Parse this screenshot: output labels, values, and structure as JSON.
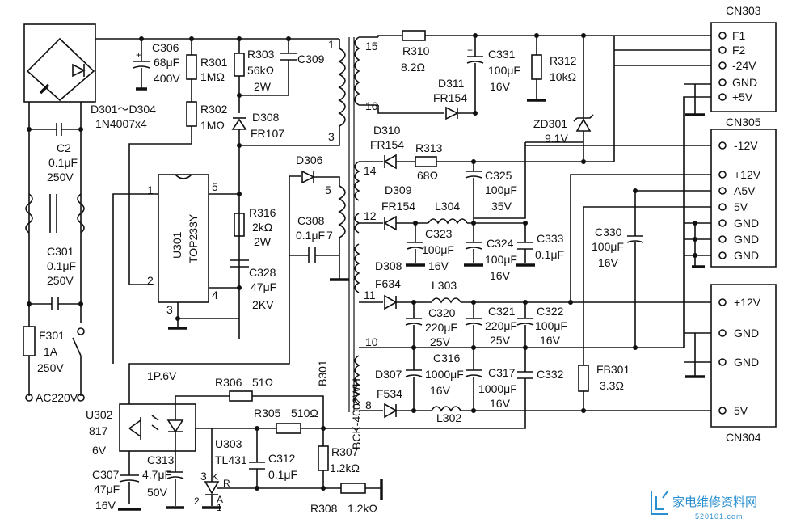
{
  "bridge": {
    "ref": "D301～D304",
    "part": "1N4007x4"
  },
  "c2": {
    "ref": "C2",
    "value": "0.1μF",
    "voltage": "250V"
  },
  "c301": {
    "ref": "C301",
    "value": "0.1μF",
    "voltage": "250V"
  },
  "f301": {
    "ref": "F301",
    "rating": "1A",
    "voltage": "250V"
  },
  "mains": {
    "label": "AC220V"
  },
  "c306": {
    "ref": "C306",
    "value": "68μF",
    "voltage": "400V"
  },
  "r301": {
    "ref": "R301",
    "value": "1MΩ"
  },
  "r302": {
    "ref": "R302",
    "value": "1MΩ"
  },
  "r303": {
    "ref": "R303",
    "value": "56kΩ",
    "power": "2W"
  },
  "c309": {
    "ref": "C309"
  },
  "d308a": {
    "ref": "D308",
    "part": "FR107"
  },
  "u301": {
    "ref": "U301",
    "part": "TOP233Y",
    "pins": [
      "1",
      "2",
      "3",
      "4",
      "5"
    ]
  },
  "r316": {
    "ref": "R316",
    "value": "2kΩ",
    "power": "2W"
  },
  "c328": {
    "ref": "C328",
    "value": "47μF",
    "voltage": "2KV"
  },
  "d306": {
    "ref": "D306"
  },
  "c308": {
    "ref": "C308",
    "value": "0.1μF"
  },
  "transformer": {
    "ref": "B301",
    "part": "BCK-4002WH",
    "pins": [
      "1",
      "3",
      "5",
      "7",
      "15",
      "16",
      "14",
      "12",
      "11",
      "10",
      "8"
    ]
  },
  "r310": {
    "ref": "R310",
    "value": "8.2Ω"
  },
  "c331": {
    "ref": "C331",
    "value": "100μF",
    "voltage": "16V"
  },
  "r312": {
    "ref": "R312",
    "value": "10kΩ"
  },
  "d311": {
    "ref": "D311",
    "part": "FR154"
  },
  "zd301": {
    "ref": "ZD301",
    "value": "9.1V"
  },
  "d310": {
    "ref": "D310",
    "part": "FR154"
  },
  "r313": {
    "ref": "R313",
    "value": "68Ω"
  },
  "c325": {
    "ref": "C325",
    "value": "100μF",
    "voltage": "35V"
  },
  "d309": {
    "ref": "D309",
    "part": "FR154"
  },
  "l304": {
    "ref": "L304"
  },
  "c323": {
    "ref": "C323",
    "value": "100μF",
    "voltage": "16V"
  },
  "c324": {
    "ref": "C324",
    "value": "100μF",
    "voltage": "16V"
  },
  "c333": {
    "ref": "C333",
    "value": "0.1μF"
  },
  "d308b": {
    "ref": "D308",
    "part": "F634"
  },
  "l303": {
    "ref": "L303"
  },
  "c320": {
    "ref": "C320",
    "value": "220μF",
    "voltage": "25V"
  },
  "c321": {
    "ref": "C321",
    "value": "220μF",
    "voltage": "25V"
  },
  "c322": {
    "ref": "C322",
    "value": "100μF",
    "voltage": "16V"
  },
  "c330": {
    "ref": "C330",
    "value": "100μF",
    "voltage": "16V"
  },
  "c316": {
    "ref": "C316",
    "value": "1000μF",
    "voltage": "16V"
  },
  "c317": {
    "ref": "C317",
    "value": "1000μF",
    "voltage": "16V"
  },
  "c332": {
    "ref": "C332"
  },
  "d307": {
    "ref": "D307",
    "part": "F534"
  },
  "l302": {
    "ref": "L302"
  },
  "fb301": {
    "ref": "FB301",
    "value": "3.3Ω"
  },
  "u302": {
    "ref": "U302",
    "part": "817",
    "pin_note": "1P.6V",
    "v_note": "6V"
  },
  "r306": {
    "ref": "R306",
    "value": "51Ω"
  },
  "r305": {
    "ref": "R305",
    "value": "510Ω"
  },
  "u303": {
    "ref": "U303",
    "part": "TL431",
    "pins": {
      "k": "K",
      "a": "A",
      "r": "R",
      "n3": "3",
      "n2": "2",
      "n1": "1"
    }
  },
  "c312": {
    "ref": "C312",
    "value": "0.1μF"
  },
  "r307": {
    "ref": "R307",
    "value": "1.2kΩ"
  },
  "r308": {
    "ref": "R308",
    "value": "1.2kΩ"
  },
  "c307": {
    "ref": "C307",
    "value": "47μF",
    "voltage": "16V"
  },
  "c313": {
    "ref": "C313",
    "value": "4.7μF",
    "voltage": "50V"
  },
  "cn303": {
    "ref": "CN303",
    "pins": [
      "F1",
      "F2",
      "-24V",
      "GND",
      "+5V"
    ]
  },
  "cn305": {
    "ref": "CN305",
    "pins": [
      "-12V",
      "+12V",
      "A5V",
      "5V",
      "GND",
      "GND",
      "GND"
    ]
  },
  "cn304": {
    "ref": "CN304",
    "pins": [
      "+12V",
      "GND",
      "GND",
      "5V"
    ]
  },
  "watermark": {
    "text": "家电维修资料网",
    "url": "520101.com"
  }
}
